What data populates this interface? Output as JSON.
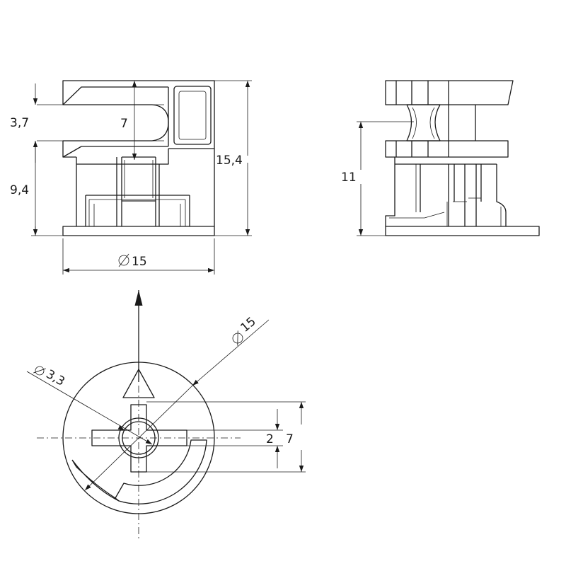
{
  "front_view": {
    "dim_upper_left": "3,7",
    "dim_inner_slot": "7",
    "dim_lower_left": "9,4",
    "dim_total_height": "15,4",
    "dim_width": "15"
  },
  "side_view": {
    "dim_height": "11"
  },
  "top_view": {
    "dim_outer_diameter": "15",
    "dim_hole_diameter": "3,3",
    "dim_cross_width": "2",
    "dim_cross_length": "7"
  },
  "colors": {
    "line": "#1a1a1a",
    "background": "#ffffff"
  }
}
